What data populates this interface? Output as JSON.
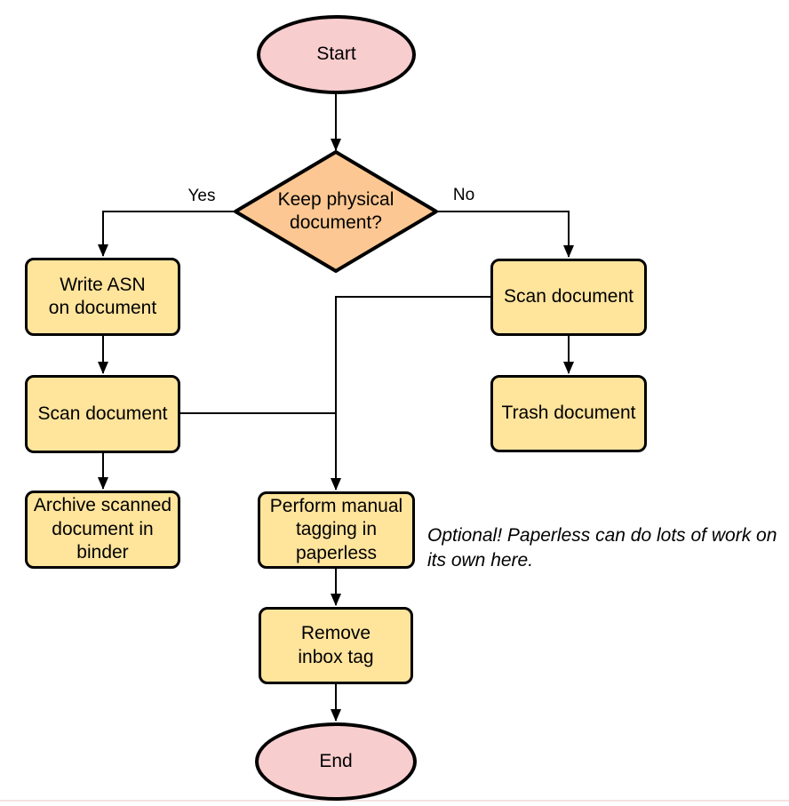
{
  "diagram": {
    "nodes": {
      "start": {
        "type": "terminator",
        "label": "Start"
      },
      "decision": {
        "type": "decision",
        "label": "Keep physical\ndocument?"
      },
      "write_asn": {
        "type": "process",
        "label": "Write ASN\non document"
      },
      "scan_left": {
        "type": "process",
        "label": "Scan document"
      },
      "archive": {
        "type": "process",
        "label": "Archive scanned\ndocument in\nbinder"
      },
      "scan_right": {
        "type": "process",
        "label": "Scan document"
      },
      "trash": {
        "type": "process",
        "label": "Trash document"
      },
      "tagging": {
        "type": "process",
        "label": "Perform manual\ntagging in\npaperless"
      },
      "remove_inbox": {
        "type": "process",
        "label": "Remove\ninbox tag"
      },
      "end": {
        "type": "terminator",
        "label": "End"
      }
    },
    "edge_labels": {
      "yes": "Yes",
      "no": "No"
    },
    "annotation": "Optional! Paperless can do lots of work on\nits own here.",
    "colors": {
      "terminator_fill": "#f8cdce",
      "decision_fill": "#fcc792",
      "process_fill": "#ffe49c",
      "stroke_color": "#000000",
      "text_color": "#000000"
    }
  }
}
